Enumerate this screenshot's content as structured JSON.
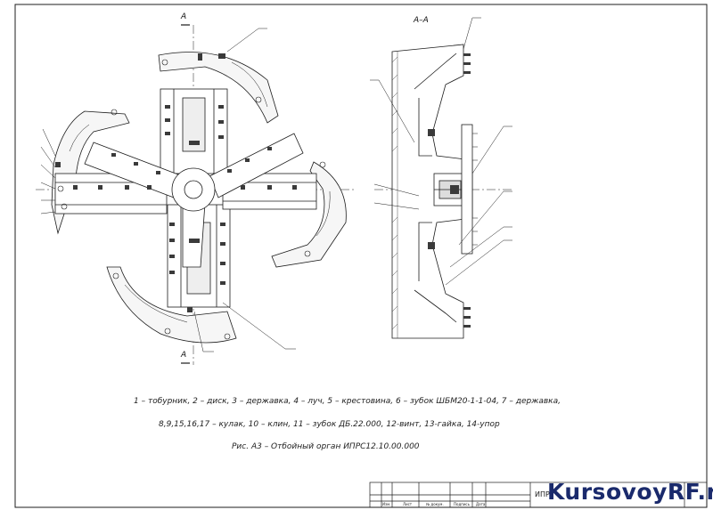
{
  "drawing": {
    "section_label": "A–A",
    "cut_letter_top": "A",
    "cut_letter_bottom": "A",
    "legend_line_1": "1 – тобурник, 2 – диск, 3 – державка, 4 – луч, 5 – крестовина, 6 – зубок ШБМ20-1-1-04, 7 – державка,",
    "legend_line_2": "8,9,15,16,17 – кулак, 10 – клин, 11 – зубок ДБ.22.000, 12-винт, 13-гайка, 14-упор",
    "figure_caption": "Рис. А3 – Отбойный орган ИПРС12.10.00.000"
  },
  "title_block": {
    "doc_prefix": "ИПР",
    "cells": [
      "Изм.",
      "Лист",
      "№ докум.",
      "Подпись",
      "Дата"
    ]
  },
  "watermark": {
    "text_main": "KursovoyRF",
    "text_suffix": ".ru"
  },
  "colors": {
    "line": "#1c1c1c",
    "hatch": "#4a4a4a",
    "paper": "#ffffff",
    "watermark": "#1a2a6c"
  }
}
